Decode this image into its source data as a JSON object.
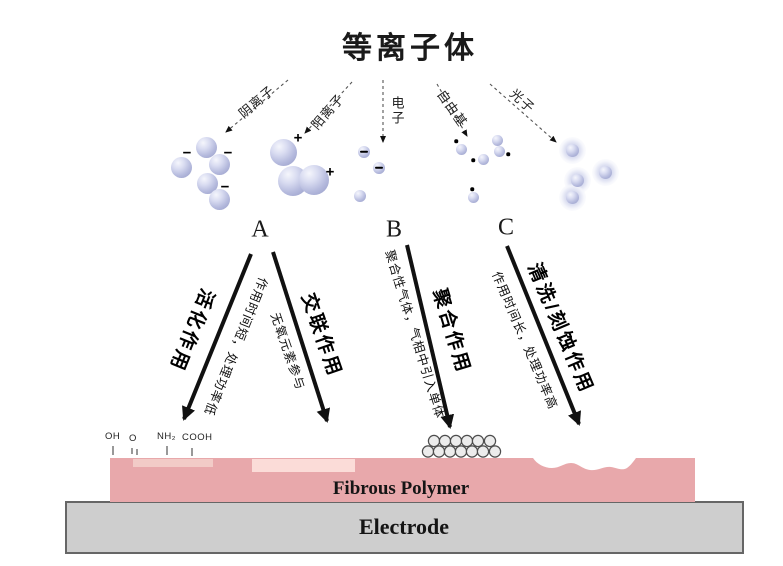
{
  "title": "等离子体",
  "species": [
    {
      "label": "阴离子"
    },
    {
      "label": "阳离子"
    },
    {
      "label": "电子"
    },
    {
      "label": "自由基"
    },
    {
      "label": "光子"
    }
  ],
  "markers": {
    "a": "A",
    "b": "B",
    "c": "C"
  },
  "processes": [
    {
      "name": "活化作用",
      "note": "作用时间短，处理功率低"
    },
    {
      "name": "交联作用",
      "note": "无氧元素参与"
    },
    {
      "name": "聚合作用",
      "note": "聚合性气体，气相中引入单体"
    },
    {
      "name": "清洗/刻蚀作用",
      "note": "作用时间长，处理功率高"
    }
  ],
  "surface_groups": [
    "OH",
    "O",
    "NH₂",
    "COOH"
  ],
  "layers": {
    "polymer": "Fibrous Polymer",
    "electrode": "Electrode"
  },
  "symbols": {
    "minus": "−",
    "plus": "+"
  },
  "icons": {
    "dashed-arrow-icon": "dotted arrow from plasma to each particle cluster",
    "solid-arrow-icon": "thick black process arrow toward polymer surface",
    "anion-particle-icon": "lavender sphere with minus sign",
    "cation-particle-icon": "large lavender sphere with plus sign",
    "electron-particle-icon": "small sphere with black band",
    "radical-particle-icon": "small sphere with black dot",
    "photon-particle-icon": "sphere with soft halo",
    "monomer-circle-icon": "gray outlined circle on surface",
    "etched-surface-icon": "wavy eroded polymer surface"
  },
  "colors": {
    "polymer": "#e8a8ab",
    "activated_patch": "#f2cbc7",
    "crosslink_patch": "#fbdcd8",
    "electrode": "#cecece",
    "particle": "#b5badd",
    "arrow": "#111111"
  }
}
